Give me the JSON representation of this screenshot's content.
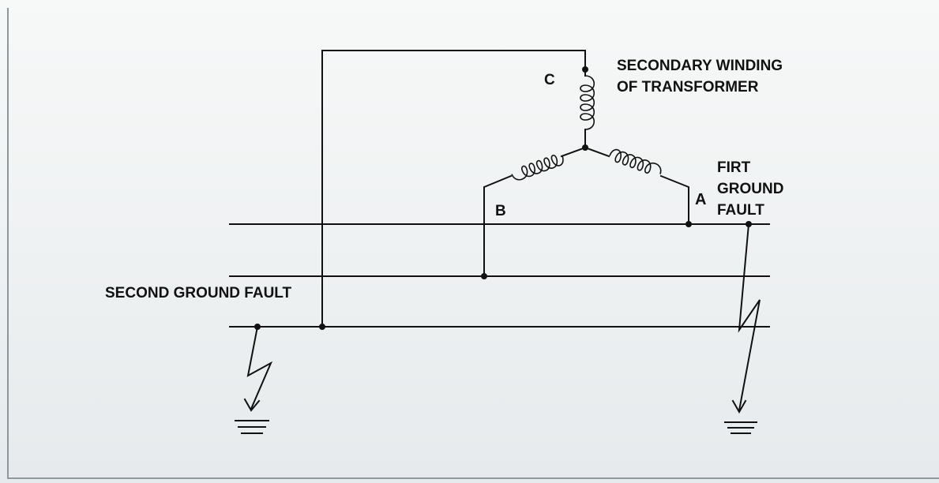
{
  "labels": {
    "phase_c": "C",
    "phase_b": "B",
    "phase_a": "A",
    "transformer_line1": "SECONDARY WINDING",
    "transformer_line2": "OF TRANSFORMER",
    "first_fault_line1": "FIRT",
    "first_fault_line2": "GROUND",
    "first_fault_line3": "FAULT",
    "second_fault": "SECOND GROUND FAULT"
  },
  "icons": [
    "winding-coil-icon",
    "ground-symbol-icon",
    "lightning-fault-arrow-icon",
    "junction-dot-icon"
  ],
  "colors": {
    "line": "#111111",
    "frame": "#8e979c"
  }
}
